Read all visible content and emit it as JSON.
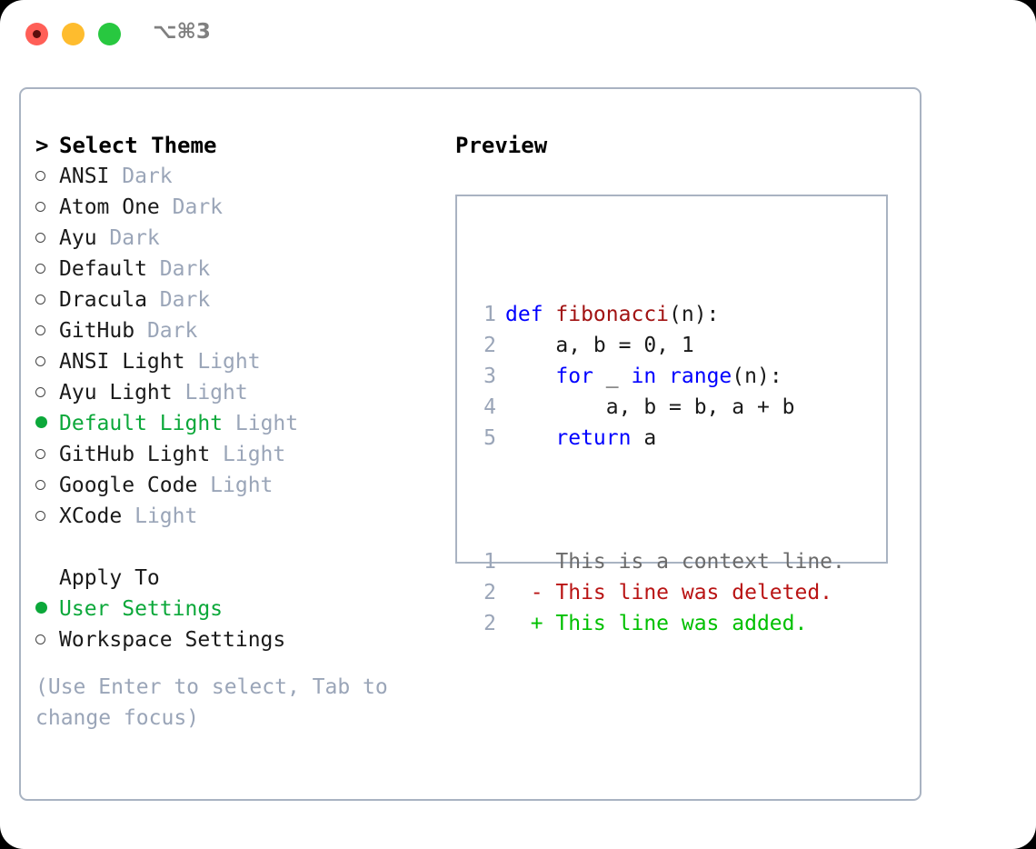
{
  "window": {
    "titlebar": {
      "buttons": [
        {
          "name": "close-button",
          "color": "#ff5f57"
        },
        {
          "name": "minimize-button",
          "color": "#febc2e"
        },
        {
          "name": "maximize-button",
          "color": "#28c840"
        }
      ],
      "shortcut": "⌥⌘3"
    }
  },
  "theme_picker": {
    "heading": {
      "marker": ">",
      "label": "Select Theme"
    },
    "items": [
      {
        "marker": "o",
        "name": "ANSI",
        "variant": "Dark",
        "selected": false
      },
      {
        "marker": "o",
        "name": "Atom One",
        "variant": "Dark",
        "selected": false
      },
      {
        "marker": "o",
        "name": "Ayu",
        "variant": "Dark",
        "selected": false
      },
      {
        "marker": "o",
        "name": "Default",
        "variant": "Dark",
        "selected": false
      },
      {
        "marker": "o",
        "name": "Dracula",
        "variant": "Dark",
        "selected": false
      },
      {
        "marker": "o",
        "name": "GitHub",
        "variant": "Dark",
        "selected": false
      },
      {
        "marker": "o",
        "name": "ANSI Light",
        "variant": "Light",
        "selected": false
      },
      {
        "marker": "o",
        "name": "Ayu Light",
        "variant": "Light",
        "selected": false
      },
      {
        "marker": "●",
        "name": "Default Light",
        "variant": "Light",
        "selected": true
      },
      {
        "marker": "o",
        "name": "GitHub Light",
        "variant": "Light",
        "selected": false
      },
      {
        "marker": "o",
        "name": "Google Code",
        "variant": "Light",
        "selected": false
      },
      {
        "marker": "o",
        "name": "XCode",
        "variant": "Light",
        "selected": false
      }
    ]
  },
  "apply_to": {
    "label": "Apply To",
    "options": [
      {
        "marker": "●",
        "name": "User Settings",
        "selected": true
      },
      {
        "marker": "o",
        "name": "Workspace Settings",
        "selected": false
      }
    ]
  },
  "hint": "(Use Enter to select, Tab to change focus)",
  "preview": {
    "title": "Preview",
    "code_lines": [
      {
        "num": "1",
        "tokens": [
          {
            "t": "def ",
            "c": "kw"
          },
          {
            "t": "fibonacci",
            "c": "fn"
          },
          {
            "t": "(n):",
            "c": "pl"
          }
        ]
      },
      {
        "num": "2",
        "tokens": [
          {
            "t": "    a, b = 0, 1",
            "c": "pl"
          }
        ]
      },
      {
        "num": "3",
        "tokens": [
          {
            "t": "    ",
            "c": "pl"
          },
          {
            "t": "for",
            "c": "kw"
          },
          {
            "t": " _ ",
            "c": "pl"
          },
          {
            "t": "in",
            "c": "kw"
          },
          {
            "t": " ",
            "c": "pl"
          },
          {
            "t": "range",
            "c": "kw"
          },
          {
            "t": "(n):",
            "c": "pl"
          }
        ]
      },
      {
        "num": "4",
        "tokens": [
          {
            "t": "        a, b = b, a + b",
            "c": "pl"
          }
        ]
      },
      {
        "num": "5",
        "tokens": [
          {
            "t": "    ",
            "c": "pl"
          },
          {
            "t": "return",
            "c": "kw"
          },
          {
            "t": " a",
            "c": "pl"
          }
        ]
      }
    ],
    "diff_lines": [
      {
        "num": "1",
        "marker": " ",
        "text": "This is a context line.",
        "kind": "ctx"
      },
      {
        "num": "2",
        "marker": "-",
        "text": "This line was deleted.",
        "kind": "del"
      },
      {
        "num": "2",
        "marker": "+",
        "text": "This line was added.",
        "kind": "add"
      }
    ]
  },
  "colors": {
    "accent_green": "#0ca83a",
    "muted_gray": "#9aa5b8",
    "border": "#a9b3c2",
    "keyword_blue": "#0000ff",
    "function_red": "#a11212",
    "diff_delete": "#b91414",
    "diff_add": "#00c000"
  }
}
